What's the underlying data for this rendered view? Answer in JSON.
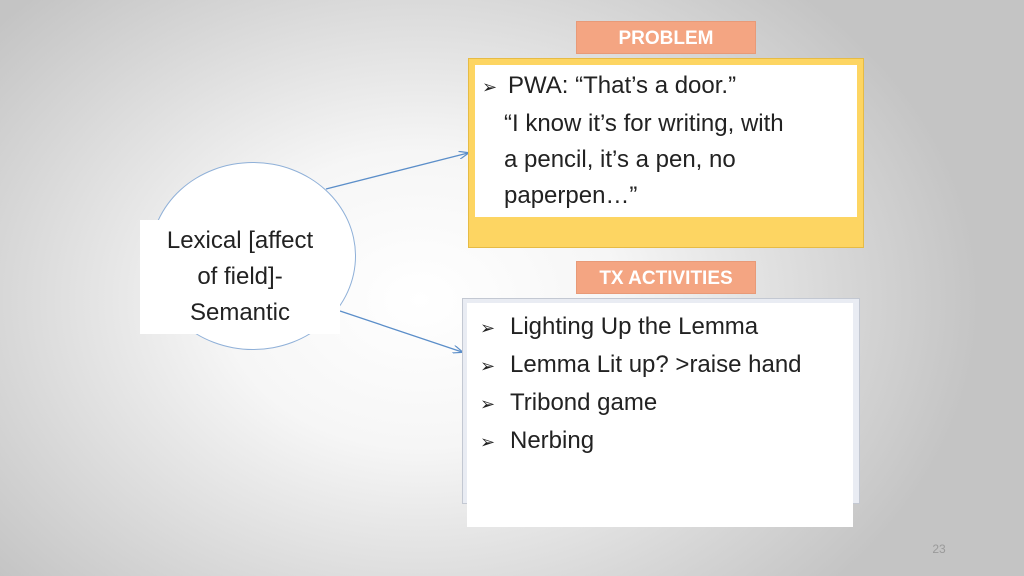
{
  "slide": {
    "page_number": "23"
  },
  "center_node": {
    "text": "Lexical [affect\nof field]-\nSemantic"
  },
  "problem": {
    "label": "PROBLEM",
    "bullet_icon": "arrow-bullet-icon",
    "bullet_glyph": "➢",
    "first_line": "PWA: “That’s a door.”",
    "rest": "“I know it’s for writing, with\na pencil, it’s a pen, no\npaperpen…”"
  },
  "tx_activities": {
    "label": "TX ACTIVITIES",
    "bullet_icon": "arrow-bullet-icon",
    "bullet_glyph": "➢",
    "items": [
      "Lighting Up the Lemma",
      "Lemma Lit up? >raise hand",
      "Tribond game",
      "Nerbing"
    ]
  },
  "colors": {
    "label_fill": "#f4a582",
    "problem_panel": "#fdd562",
    "tx_panel": "#e9ecf3",
    "connector": "#5b8ec9",
    "circle_stroke": "#8fb0d8"
  }
}
